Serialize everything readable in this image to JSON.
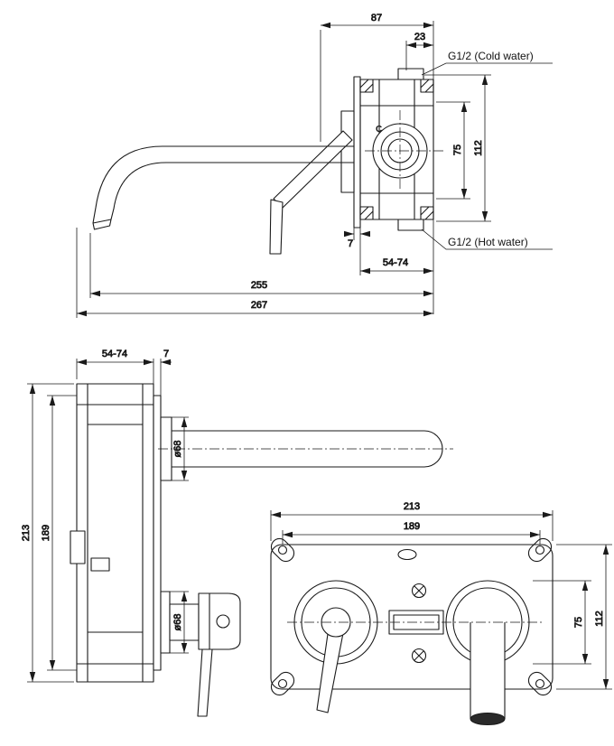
{
  "colors": {
    "line": "#1a1a1a",
    "background": "#ffffff",
    "spout_tip_fill": "#2a2a2a"
  },
  "side_view": {
    "dim_87": "87",
    "dim_23": "23",
    "label_cold_water": "G1/2 (Cold water)",
    "dim_75": "75",
    "dim_112": "112",
    "label_hot_water": "G1/2 (Hot water)",
    "dim_7": "7",
    "dim_54_74": "54-74",
    "dim_255": "255",
    "dim_267": "267",
    "cartridge_mark": "C"
  },
  "section_view": {
    "dim_54_74": "54-74",
    "dim_7": "7",
    "dim_spout_diameter": "ø68",
    "dim_213": "213",
    "dim_189": "189",
    "dim_handle_diameter": "ø68"
  },
  "front_view": {
    "dim_213": "213",
    "dim_189": "189",
    "dim_75": "75",
    "dim_112": "112"
  }
}
